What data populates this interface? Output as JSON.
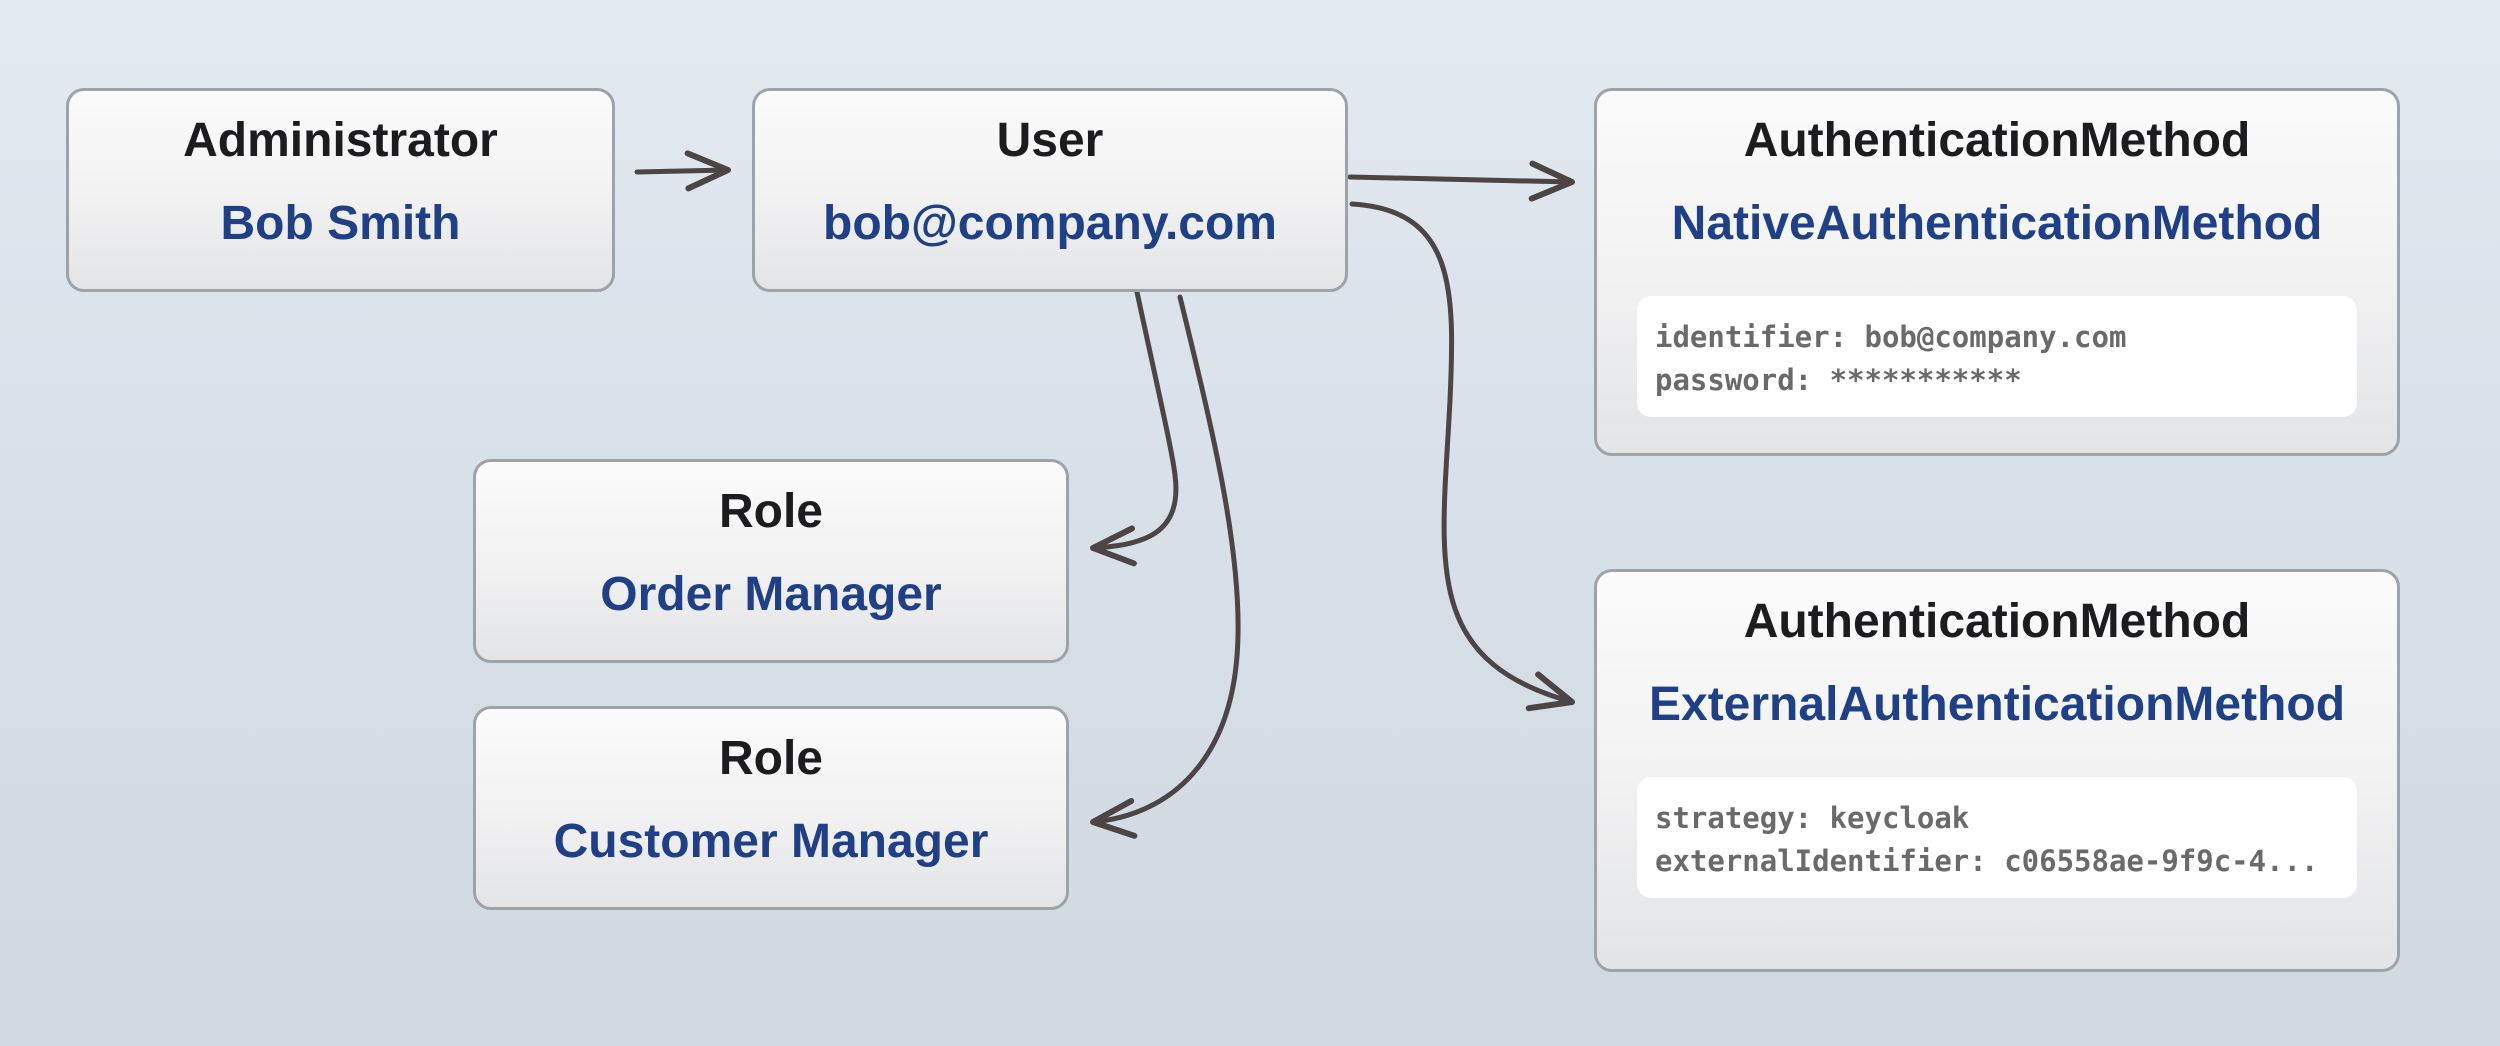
{
  "nodes": {
    "administrator": {
      "type": "Administrator",
      "name": "Bob Smith"
    },
    "user": {
      "type": "User",
      "name": "bob@company.com"
    },
    "native_auth": {
      "type": "AuthenticationMethod",
      "name": "NativeAuthenticationMethod",
      "details": [
        "identifier: bob@company.com",
        "password: ***********"
      ]
    },
    "external_auth": {
      "type": "AuthenticationMethod",
      "name": "ExternalAuthenticationMethod",
      "details": [
        "strategy: keycloak",
        "externalIdentifier: c06558ae-9f9c-4..."
      ]
    },
    "role_order": {
      "type": "Role",
      "name": "Order Manager"
    },
    "role_customer": {
      "type": "Role",
      "name": "Customer Manager"
    }
  },
  "colors": {
    "type_text": "#1c1c1e",
    "name_text": "#1f3f86",
    "arrow": "#4d4446",
    "border": "#9da3a8"
  }
}
